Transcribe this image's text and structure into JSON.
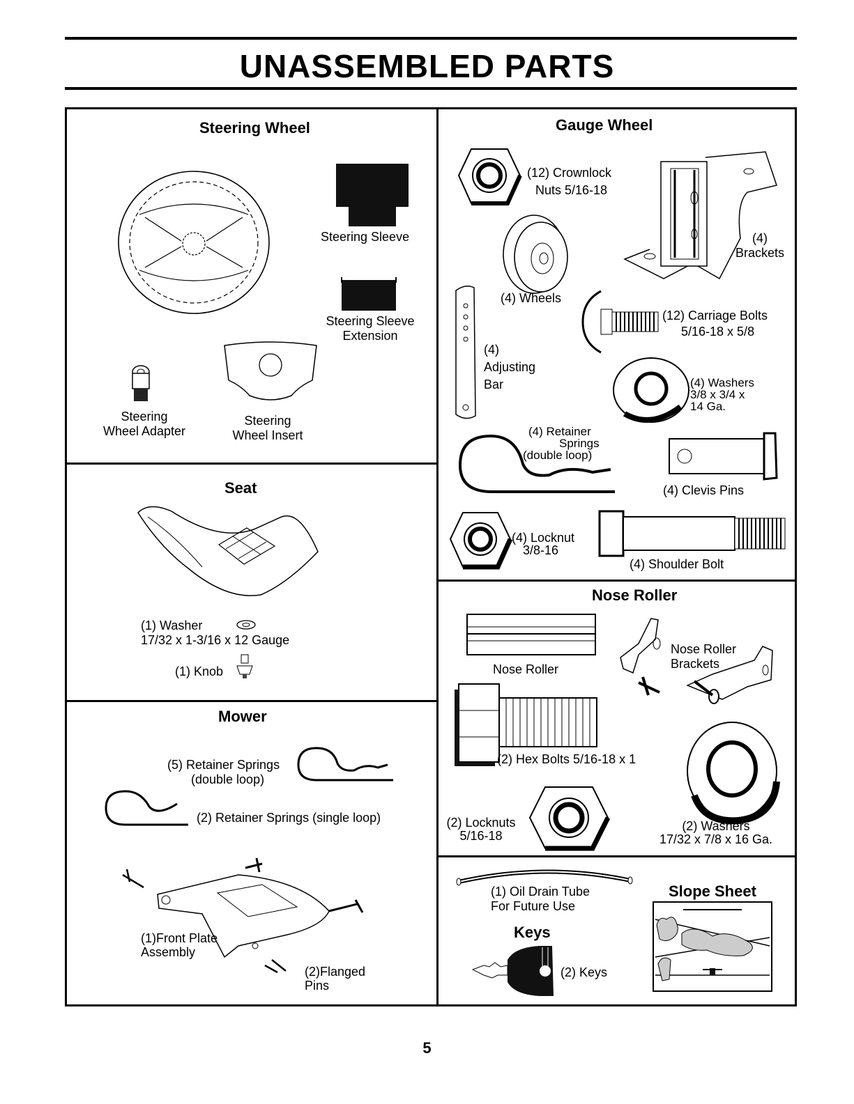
{
  "page": {
    "title": "UNASSEMBLED PARTS",
    "page_number": "5"
  },
  "steering_wheel": {
    "heading": "Steering Wheel",
    "sleeve": "Steering Sleeve",
    "sleeve_ext_1": "Steering Sleeve",
    "sleeve_ext_2": "Extension",
    "adapter_1": "Steering",
    "adapter_2": "Wheel Adapter",
    "insert_1": "Steering",
    "insert_2": "Wheel Insert"
  },
  "seat": {
    "heading": "Seat",
    "washer_1": "(1) Washer",
    "washer_2": "17/32 x 1-3/16 x 12 Gauge",
    "knob": "(1) Knob"
  },
  "mower": {
    "heading": "Mower",
    "retainer_double_1": "(5)  Retainer Springs",
    "retainer_double_2": "(double loop)",
    "retainer_single": "(2)  Retainer Springs (single loop)",
    "front_plate_1": "(1)Front Plate",
    "front_plate_2": "Assembly",
    "flanged_1": "(2)Flanged",
    "flanged_2": "Pins"
  },
  "gauge_wheel": {
    "heading": "Gauge Wheel",
    "crownlock_1": "(12) Crownlock",
    "crownlock_2": "Nuts 5/16-18",
    "brackets_1": "(4)",
    "brackets_2": "Brackets",
    "wheels": "(4) Wheels",
    "carriage_1": "(12) Carriage Bolts",
    "carriage_2": "5/16-18 x 5/8",
    "adj_1": "(4)",
    "adj_2": "Adjusting",
    "adj_3": "Bar",
    "washers_1": "(4) Washers",
    "washers_2": "3/8 x 3/4 x",
    "washers_3": "14 Ga.",
    "retainer_1": "(4)  Retainer",
    "retainer_2": "Springs",
    "retainer_3": "(double loop)",
    "clevis": "(4) Clevis Pins",
    "locknut_1": "(4) Locknut",
    "locknut_2": "3/8-16",
    "shoulder": "(4) Shoulder Bolt"
  },
  "nose_roller": {
    "heading": "Nose Roller",
    "roller": "Nose Roller",
    "brackets_1": "Nose Roller",
    "brackets_2": "Brackets",
    "hex_bolts": "(2) Hex Bolts  5/16-18 x 1",
    "locknuts_1": "(2) Locknuts",
    "locknuts_2": "5/16-18",
    "washers_1": "(2) Washers",
    "washers_2": "17/32 x 7/8 x 16 Ga."
  },
  "misc": {
    "oil_1": "(1) Oil Drain Tube",
    "oil_2": "For Future Use",
    "keys_heading": "Keys",
    "keys": "(2) Keys",
    "slope_heading": "Slope Sheet"
  }
}
